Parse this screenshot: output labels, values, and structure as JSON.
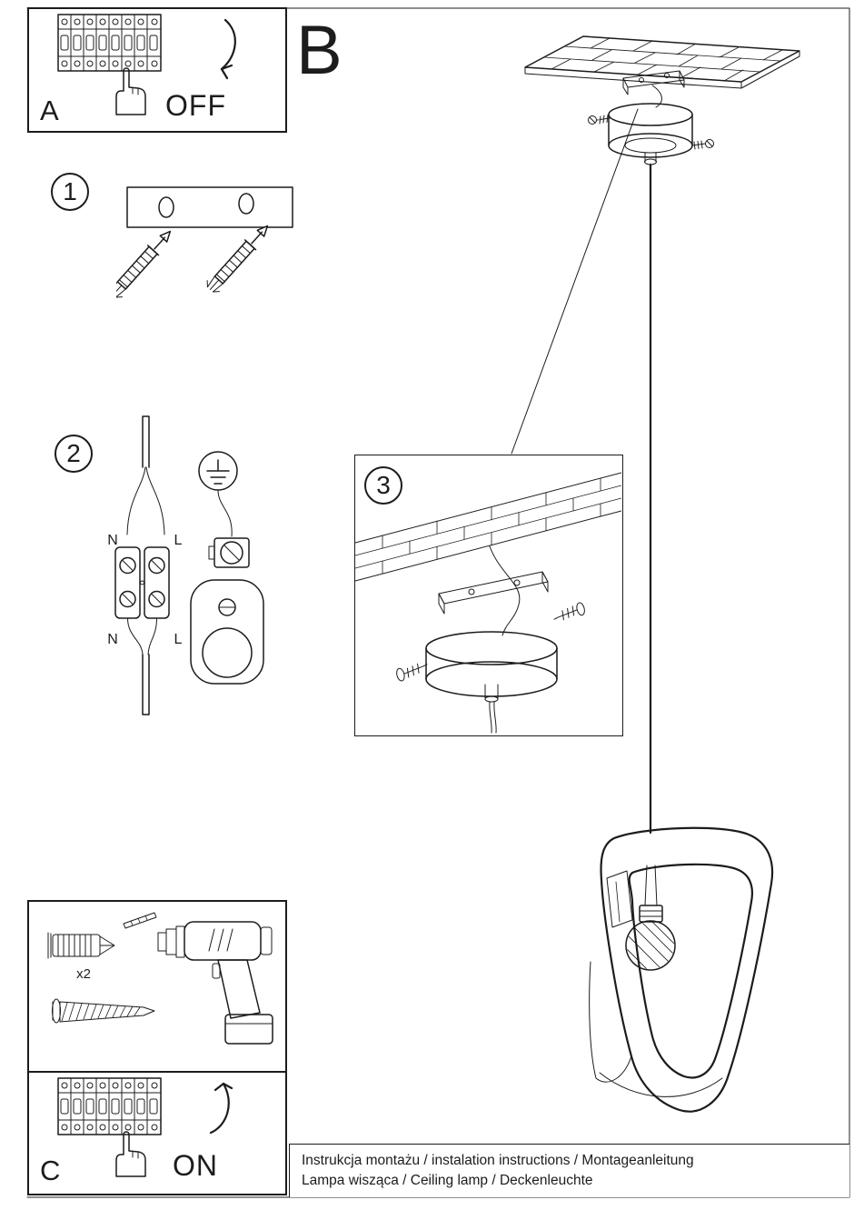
{
  "colors": {
    "ink": "#1c1c1c",
    "paper": "#ffffff"
  },
  "panel_a": {
    "label": "A",
    "switch_state": "OFF"
  },
  "panel_c": {
    "label": "C",
    "switch_state": "ON"
  },
  "diagram_b": {
    "label": "B"
  },
  "step1": {
    "number": "1"
  },
  "step2": {
    "number": "2",
    "labels": {
      "top_left": "N",
      "top_right": "L",
      "bottom_left": "N",
      "bottom_right": "L"
    }
  },
  "step3": {
    "number": "3"
  },
  "tools": {
    "anchor_count": "x2"
  },
  "footer": {
    "line1": "Instrukcja montażu / instalation instructions / Montageanleitung",
    "line2": "Lampa wisząca / Ceiling lamp  / Deckenleuchte"
  }
}
